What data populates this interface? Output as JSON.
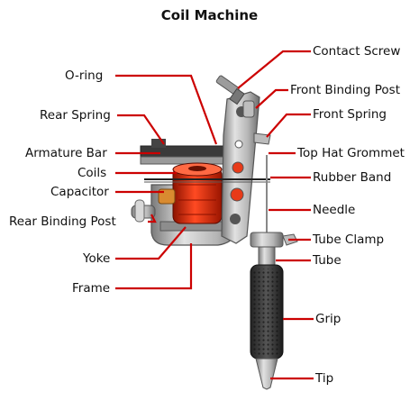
{
  "title": "Coil Machine",
  "labels_left": [
    {
      "key": "o_ring",
      "text": "O-ring"
    },
    {
      "key": "rear_spring",
      "text": "Rear Spring"
    },
    {
      "key": "armature_bar",
      "text": "Armature Bar"
    },
    {
      "key": "coils",
      "text": "Coils"
    },
    {
      "key": "capacitor",
      "text": "Capacitor"
    },
    {
      "key": "rear_binding_post",
      "text": "Rear Binding Post"
    },
    {
      "key": "yoke",
      "text": "Yoke"
    },
    {
      "key": "frame",
      "text": "Frame"
    }
  ],
  "labels_right": [
    {
      "key": "contact_screw",
      "text": "Contact Screw"
    },
    {
      "key": "front_binding_post",
      "text": "Front Binding Post"
    },
    {
      "key": "front_spring",
      "text": "Front Spring"
    },
    {
      "key": "top_hat_grommet",
      "text": "Top Hat Grommet"
    },
    {
      "key": "rubber_band",
      "text": "Rubber Band"
    },
    {
      "key": "needle",
      "text": "Needle"
    },
    {
      "key": "tube_clamp",
      "text": "Tube Clamp"
    },
    {
      "key": "tube",
      "text": "Tube"
    },
    {
      "key": "grip",
      "text": "Grip"
    },
    {
      "key": "tip",
      "text": "Tip"
    }
  ],
  "colors": {
    "leader": "#cc0000",
    "frame_metal": "#c9c9c9",
    "frame_dark": "#6f6f6f",
    "coil_red": "#e02a10",
    "text": "#111111"
  }
}
